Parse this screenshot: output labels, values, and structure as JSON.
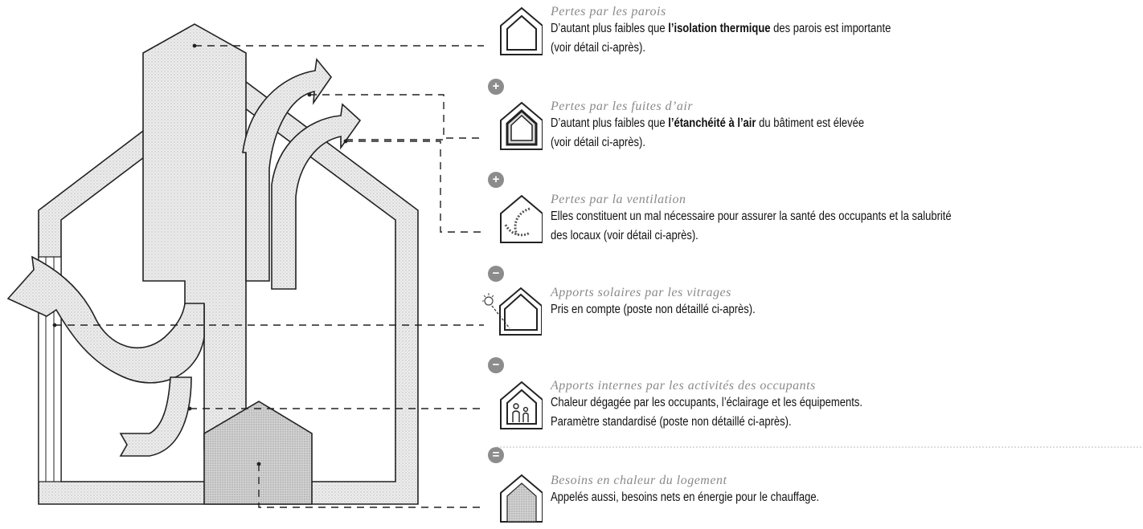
{
  "items": [
    {
      "title": "Pertes par les parois",
      "desc_pre": "D’autant plus faibles que ",
      "desc_bold": "l’isolation thermique",
      "desc_post": " des parois est importante",
      "desc_line2": "(voir détail ci-après)."
    },
    {
      "title": "Pertes par les fuites d’air",
      "desc_pre": "D’autant plus faibles que ",
      "desc_bold": "l’étanchéité à l’air",
      "desc_post": " du bâtiment est élevée",
      "desc_line2": "(voir détail ci-après)."
    },
    {
      "title": "Pertes par la ventilation",
      "desc_line1": "Elles constituent un mal nécessaire pour assurer la santé des occupants et la salubrité",
      "desc_line2": "des locaux (voir détail ci-après)."
    },
    {
      "title": "Apports solaires par les vitrages",
      "desc_line1": "Pris en compte (poste non détaillé ci-après)."
    },
    {
      "title": "Apports internes par les activités des occupants",
      "desc_line1": "Chaleur dégagée par les occupants, l’éclairage et les équipements.",
      "desc_line2": "Paramètre standardisé (poste non détaillé ci-après)."
    },
    {
      "title": "Besoins en chaleur du logement",
      "desc_line1": "Appelés aussi, besoins nets en énergie pour le chauffage."
    }
  ],
  "signs": [
    "+",
    "+",
    "−",
    "−",
    "="
  ],
  "colors": {
    "stroke": "#222222",
    "fill": "#e4e4e4",
    "text": "#111111",
    "title": "#8a8a8a",
    "sign": "#8c8c8c"
  }
}
